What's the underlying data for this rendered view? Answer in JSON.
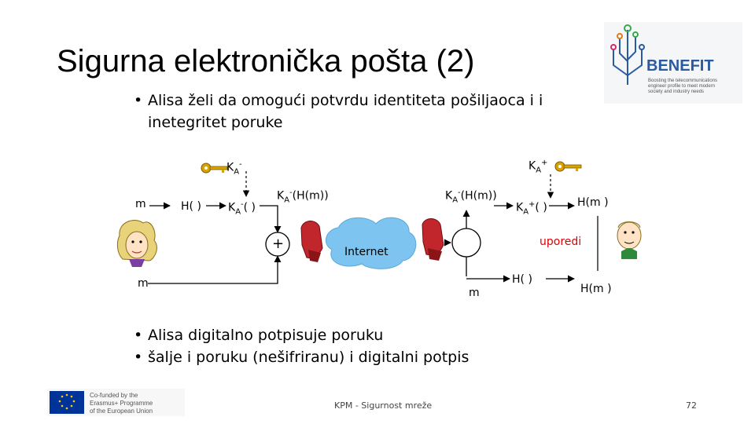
{
  "title": "Sigurna elektronička pošta (2)",
  "intro": {
    "line1": "Alisa želi da omogući potvrdu identiteta pošiljaoca i i",
    "line2": "inetegritet poruke"
  },
  "diagram": {
    "m_top": "m",
    "m_bottom": "m",
    "m_right": "m",
    "hash_label": "H( )",
    "hash_label_right": "H( )",
    "k_letter": "K",
    "a_sub": "A",
    "minus": "-",
    "plus": "+",
    "sign_box_suffix": "( )",
    "signed_hash_top": "(H(m))",
    "signed_hash_right": "(H(m))",
    "hm_top": "H(m )",
    "hm_bottom": "H(m )",
    "internet": "Internet",
    "compare": "uporedi",
    "plus_operator": "+"
  },
  "bullets": [
    "Alisa digitalno potpisuje poruku",
    "šalje i poruku (nešifriranu) i digitalni potpis"
  ],
  "footer": {
    "center": "KPM - Sigurnost mreže",
    "page": "72"
  },
  "logos": {
    "benefit_name": "BENEFIT",
    "benefit_tagline": [
      "Boosting the telecommunications",
      "engineer profile to meet modern",
      "society and industry needs"
    ],
    "eu_text": [
      "Co-funded by the",
      "Erasmus+ Programme",
      "of the European Union"
    ]
  },
  "colors": {
    "compare_text": "#e00000",
    "benefit_blue": "#2a5aa0",
    "eu_blue": "#003399",
    "eu_star": "#ffcc00",
    "cloud": "#7ec4f0",
    "key": "#d9a400",
    "chair": "#c0262c"
  }
}
